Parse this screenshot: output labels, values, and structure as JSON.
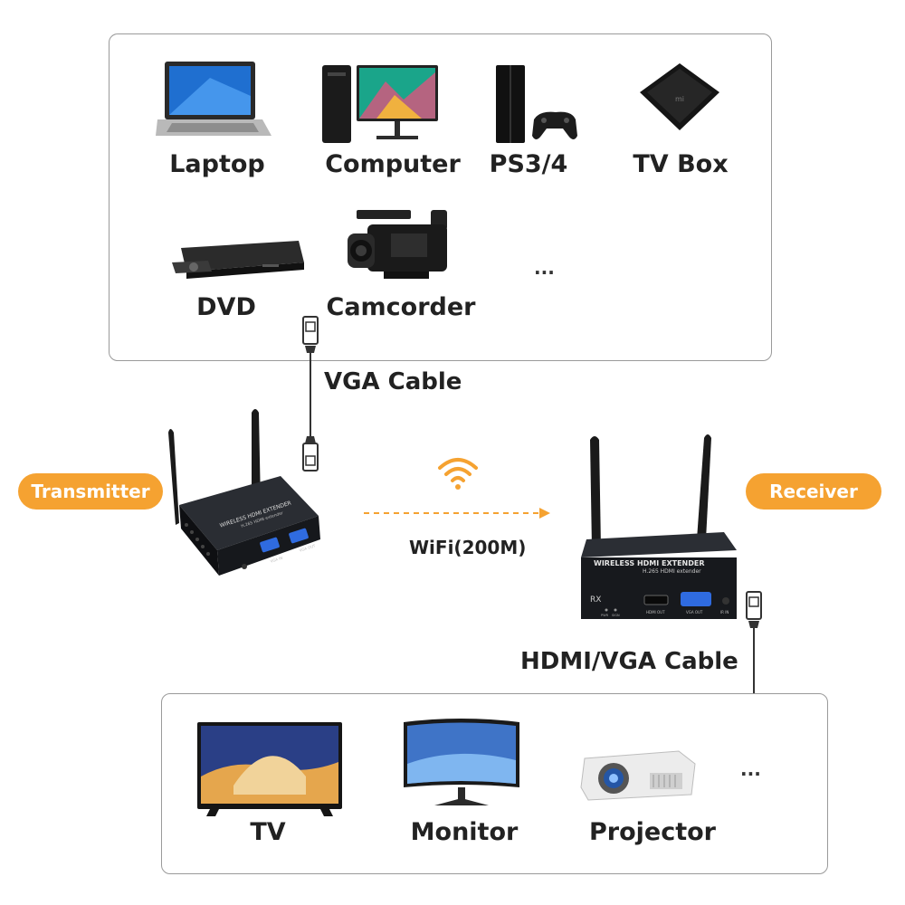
{
  "sources": {
    "items": [
      {
        "label": "Laptop",
        "icon": "laptop-icon"
      },
      {
        "label": "Computer",
        "icon": "computer-icon"
      },
      {
        "label": "PS3/4",
        "icon": "game-console-icon"
      },
      {
        "label": "TV Box",
        "icon": "tv-box-icon"
      },
      {
        "label": "DVD",
        "icon": "dvd-player-icon"
      },
      {
        "label": "Camcorder",
        "icon": "camcorder-icon"
      }
    ],
    "more": "..."
  },
  "cables": {
    "input": "VGA Cable",
    "output": "HDMI/VGA Cable"
  },
  "link": {
    "transmitter": "Transmitter",
    "receiver": "Receiver",
    "wifi": "WiFi(200M)"
  },
  "devices": {
    "tx_brand": "WIRELESS HDMI EXTENDER",
    "tx_sub": "H.265 HDMI extender",
    "tx_port1": "VGA IN",
    "tx_port2": "VGA OUT",
    "rx_brand": "WIRELESS HDMI EXTENDER",
    "rx_sub": "H.265 HDMI extender",
    "rx_mark": "RX",
    "rx_hdmi": "HDMI OUT",
    "rx_vga": "VGA OUT",
    "rx_ir": "IR IN",
    "rx_pwr": "PWR",
    "rx_sig": "SIGN"
  },
  "displays": {
    "items": [
      {
        "label": "TV",
        "icon": "tv-icon"
      },
      {
        "label": "Monitor",
        "icon": "monitor-icon"
      },
      {
        "label": "Projector",
        "icon": "projector-icon"
      }
    ],
    "more": "..."
  },
  "colors": {
    "accent": "#f5a231",
    "device_body": "#1e2126",
    "border": "#9a9a9a"
  }
}
